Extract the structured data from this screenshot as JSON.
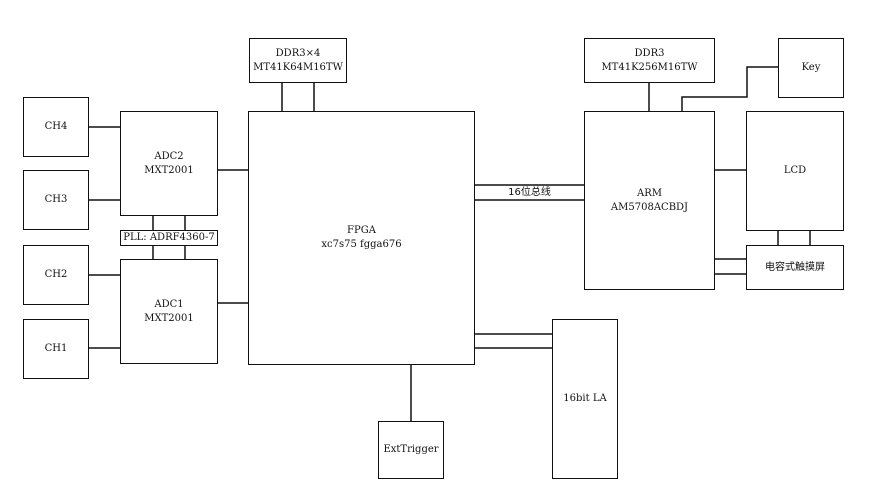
{
  "diagram": {
    "type": "hardware-block-diagram",
    "blocks": {
      "ch4": {
        "line1": "CH4"
      },
      "ch3": {
        "line1": "CH3"
      },
      "ch2": {
        "line1": "CH2"
      },
      "ch1": {
        "line1": "CH1"
      },
      "adc2": {
        "line1": "ADC2",
        "line2": "MXT2001"
      },
      "adc1": {
        "line1": "ADC1",
        "line2": "MXT2001"
      },
      "pll": {
        "line1": "PLL: ADRF4360-7"
      },
      "ddr_fpga": {
        "line1": "DDR3×4",
        "line2": "MT41K64M16TW"
      },
      "fpga": {
        "line1": "FPGA",
        "line2": "xc7s75 fgga676"
      },
      "ddr_arm": {
        "line1": "DDR3",
        "line2": "MT41K256M16TW"
      },
      "arm": {
        "line1": "ARM",
        "line2": "AM5708ACBDJ"
      },
      "key": {
        "line1": "Key"
      },
      "lcd": {
        "line1": "LCD"
      },
      "touch": {
        "line1": "电容式触摸屏"
      },
      "la": {
        "line1": "16bit LA"
      },
      "ext_trigger": {
        "line1": "ExtTrigger"
      }
    },
    "bus_label": "16位总线",
    "connections": [
      [
        "CH4",
        "ADC2"
      ],
      [
        "CH3",
        "ADC2"
      ],
      [
        "CH2",
        "ADC1"
      ],
      [
        "CH1",
        "ADC1"
      ],
      [
        "ADC2",
        "PLL"
      ],
      [
        "PLL",
        "ADC1"
      ],
      [
        "ADC2",
        "FPGA"
      ],
      [
        "ADC1",
        "FPGA"
      ],
      [
        "DDR3×4",
        "FPGA"
      ],
      [
        "FPGA",
        "ARM"
      ],
      [
        "DDR3",
        "ARM"
      ],
      [
        "Key",
        "ARM"
      ],
      [
        "ARM",
        "LCD"
      ],
      [
        "ARM",
        "电容式触摸屏"
      ],
      [
        "LCD",
        "电容式触摸屏"
      ],
      [
        "FPGA",
        "16bit LA"
      ],
      [
        "FPGA",
        "ExtTrigger"
      ]
    ]
  }
}
